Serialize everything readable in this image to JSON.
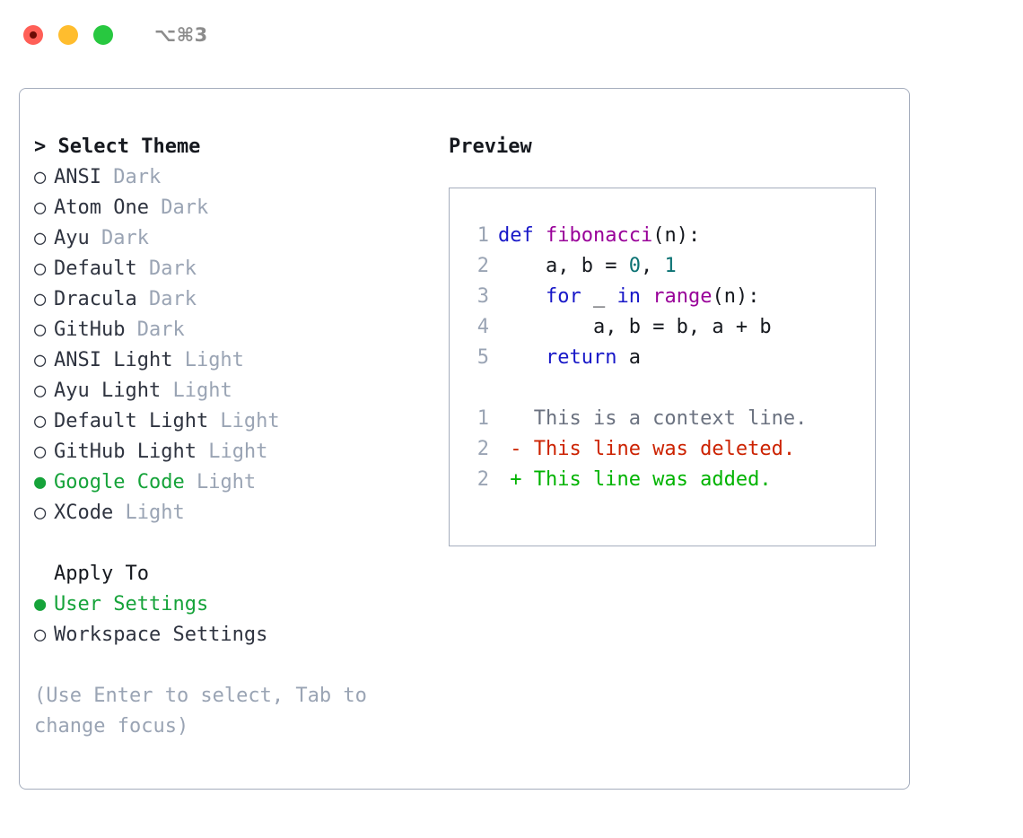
{
  "titlebar": {
    "traffic_lights": [
      {
        "name": "close",
        "color": "#ff5f57"
      },
      {
        "name": "minimize",
        "color": "#ffbd2e"
      },
      {
        "name": "maximize",
        "color": "#28c840"
      }
    ],
    "shortcut": "⌥⌘3"
  },
  "theme_section": {
    "header": "> Select Theme",
    "arrow": ">",
    "header_label": "Select Theme",
    "selected_marker": "●",
    "unselected_marker": "○",
    "items": [
      {
        "marker": "○",
        "label": "ANSI",
        "tag": "Dark",
        "selected": false
      },
      {
        "marker": "○",
        "label": "Atom One",
        "tag": "Dark",
        "selected": false
      },
      {
        "marker": "○",
        "label": "Ayu",
        "tag": "Dark",
        "selected": false
      },
      {
        "marker": "○",
        "label": "Default",
        "tag": "Dark",
        "selected": false
      },
      {
        "marker": "○",
        "label": "Dracula",
        "tag": "Dark",
        "selected": false
      },
      {
        "marker": "○",
        "label": "GitHub",
        "tag": "Dark",
        "selected": false
      },
      {
        "marker": "○",
        "label": "ANSI Light",
        "tag": "Light",
        "selected": false
      },
      {
        "marker": "○",
        "label": "Ayu Light",
        "tag": "Light",
        "selected": false
      },
      {
        "marker": "○",
        "label": "Default Light",
        "tag": "Light",
        "selected": false
      },
      {
        "marker": "○",
        "label": "GitHub Light",
        "tag": "Light",
        "selected": false
      },
      {
        "marker": "●",
        "label": "Google Code",
        "tag": "Light",
        "selected": true
      },
      {
        "marker": "○",
        "label": "XCode",
        "tag": "Light",
        "selected": false
      }
    ]
  },
  "apply_to_section": {
    "header": "Apply To",
    "items": [
      {
        "marker": "●",
        "label": "User Settings",
        "selected": true
      },
      {
        "marker": "○",
        "label": "Workspace Settings",
        "selected": false
      }
    ]
  },
  "hint": "(Use Enter to select, Tab to change focus)",
  "preview": {
    "title": "Preview",
    "code_lines": [
      {
        "no": "1",
        "indent": "",
        "tokens": [
          {
            "t": "def",
            "c": "kw"
          },
          {
            "t": " ",
            "c": "plain"
          },
          {
            "t": "fibonacci",
            "c": "fn"
          },
          {
            "t": "(n):",
            "c": "plain"
          }
        ]
      },
      {
        "no": "2",
        "indent": "    ",
        "tokens": [
          {
            "t": "a, b = ",
            "c": "plain"
          },
          {
            "t": "0",
            "c": "num"
          },
          {
            "t": ", ",
            "c": "plain"
          },
          {
            "t": "1",
            "c": "num"
          }
        ]
      },
      {
        "no": "3",
        "indent": "    ",
        "tokens": [
          {
            "t": "for",
            "c": "kw"
          },
          {
            "t": " _ ",
            "c": "plain"
          },
          {
            "t": "in",
            "c": "kw"
          },
          {
            "t": " ",
            "c": "plain"
          },
          {
            "t": "range",
            "c": "fn"
          },
          {
            "t": "(n):",
            "c": "plain"
          }
        ]
      },
      {
        "no": "4",
        "indent": "        ",
        "tokens": [
          {
            "t": "a, b = b, a + b",
            "c": "plain"
          }
        ]
      },
      {
        "no": "5",
        "indent": "    ",
        "tokens": [
          {
            "t": "return",
            "c": "kw"
          },
          {
            "t": " a",
            "c": "plain"
          }
        ]
      }
    ],
    "diff_lines": [
      {
        "no": "1",
        "sign": " ",
        "text": " This is a context line.",
        "kind": "ctx"
      },
      {
        "no": "2",
        "sign": "-",
        "text": " This line was deleted.",
        "kind": "del"
      },
      {
        "no": "2",
        "sign": "+",
        "text": " This line was added.",
        "kind": "add"
      }
    ]
  },
  "colors": {
    "accent_green": "#16a33a",
    "diff_add": "#00b300",
    "diff_del": "#cc2200",
    "diff_ctx": "#6b7280",
    "muted": "#9aa4b4",
    "border": "#a5adbd",
    "keyword": "#1818c8",
    "function": "#990099",
    "number": "#0b7273",
    "text": "#2f3440"
  }
}
